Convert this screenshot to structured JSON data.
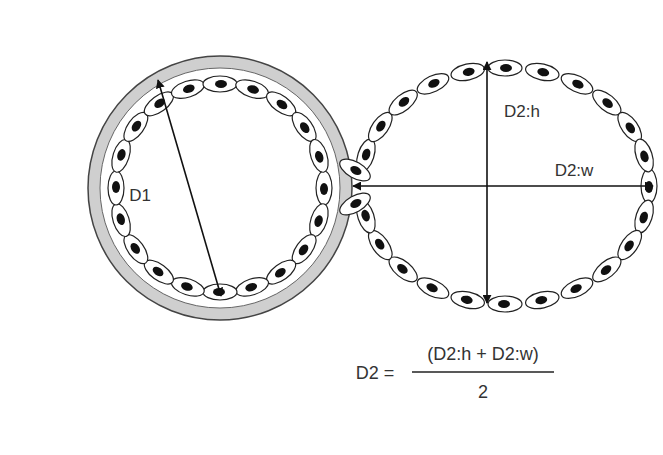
{
  "diagram": {
    "labels": [
      "D1",
      "D2:h",
      "D2:w",
      "D2 =",
      "(D2:h + D2:w)",
      "2"
    ]
  }
}
